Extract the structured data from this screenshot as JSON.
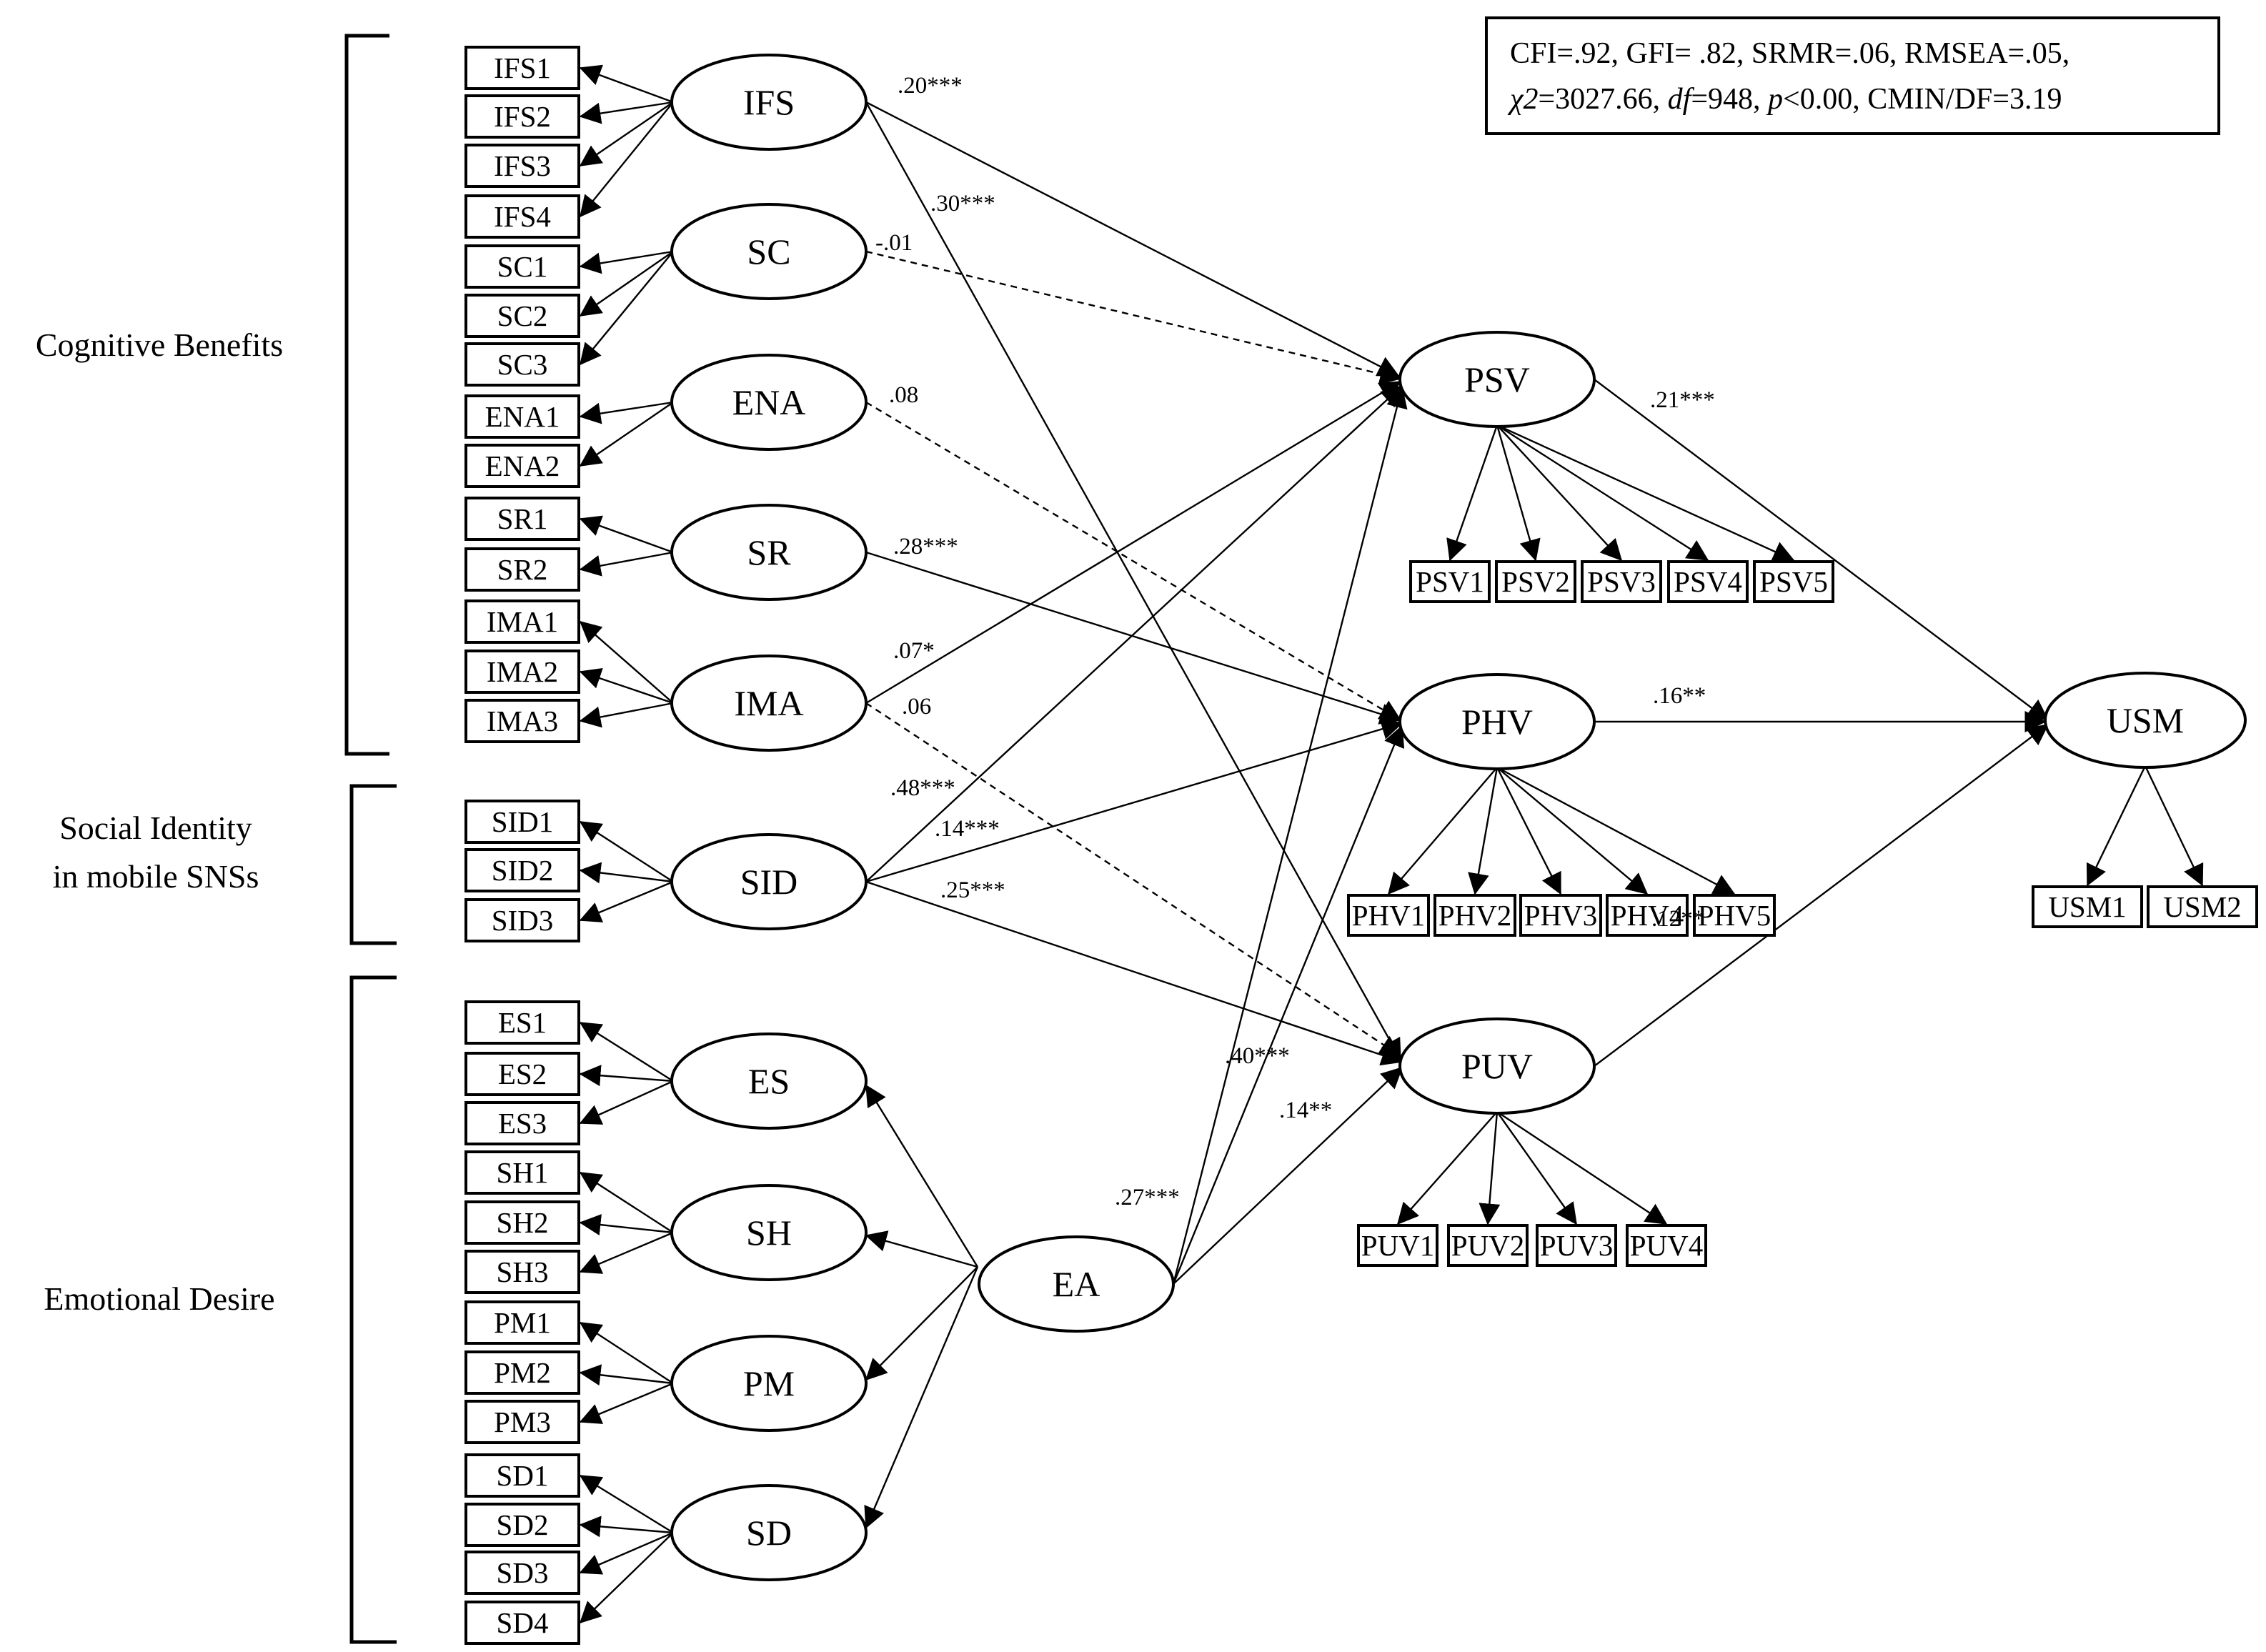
{
  "groups": {
    "cognitive": "Cognitive Benefits",
    "social_line1": "Social Identity",
    "social_line2": "in mobile SNSs",
    "emotional": "Emotional Desire"
  },
  "fit": {
    "line1": "CFI=.92, GFI= .82, SRMR=.06, RMSEA=.05,",
    "chi_symbol": "χ2",
    "chi_value": "=3027.66, ",
    "df_label": "df",
    "df_value": "=948, ",
    "p_label": "p",
    "p_value": "<0.00, CMIN/DF=3.19"
  },
  "latents": [
    {
      "id": "IFS",
      "label": "IFS"
    },
    {
      "id": "SC",
      "label": "SC"
    },
    {
      "id": "ENA",
      "label": "ENA"
    },
    {
      "id": "SR",
      "label": "SR"
    },
    {
      "id": "IMA",
      "label": "IMA"
    },
    {
      "id": "SID",
      "label": "SID"
    },
    {
      "id": "ES",
      "label": "ES"
    },
    {
      "id": "SH",
      "label": "SH"
    },
    {
      "id": "PM",
      "label": "PM"
    },
    {
      "id": "SD",
      "label": "SD"
    },
    {
      "id": "EA",
      "label": "EA"
    },
    {
      "id": "PSV",
      "label": "PSV"
    },
    {
      "id": "PHV",
      "label": "PHV"
    },
    {
      "id": "PUV",
      "label": "PUV"
    },
    {
      "id": "USM",
      "label": "USM"
    }
  ],
  "indicators": [
    {
      "id": "IFS1",
      "label": "IFS1",
      "factor": "IFS"
    },
    {
      "id": "IFS2",
      "label": "IFS2",
      "factor": "IFS"
    },
    {
      "id": "IFS3",
      "label": "IFS3",
      "factor": "IFS"
    },
    {
      "id": "IFS4",
      "label": "IFS4",
      "factor": "IFS"
    },
    {
      "id": "SC1",
      "label": "SC1",
      "factor": "SC"
    },
    {
      "id": "SC2",
      "label": "SC2",
      "factor": "SC"
    },
    {
      "id": "SC3",
      "label": "SC3",
      "factor": "SC"
    },
    {
      "id": "ENA1",
      "label": "ENA1",
      "factor": "ENA"
    },
    {
      "id": "ENA2",
      "label": "ENA2",
      "factor": "ENA"
    },
    {
      "id": "SR1",
      "label": "SR1",
      "factor": "SR"
    },
    {
      "id": "SR2",
      "label": "SR2",
      "factor": "SR"
    },
    {
      "id": "IMA1",
      "label": "IMA1",
      "factor": "IMA"
    },
    {
      "id": "IMA2",
      "label": "IMA2",
      "factor": "IMA"
    },
    {
      "id": "IMA3",
      "label": "IMA3",
      "factor": "IMA"
    },
    {
      "id": "SID1",
      "label": "SID1",
      "factor": "SID"
    },
    {
      "id": "SID2",
      "label": "SID2",
      "factor": "SID"
    },
    {
      "id": "SID3",
      "label": "SID3",
      "factor": "SID"
    },
    {
      "id": "ES1",
      "label": "ES1",
      "factor": "ES"
    },
    {
      "id": "ES2",
      "label": "ES2",
      "factor": "ES"
    },
    {
      "id": "ES3",
      "label": "ES3",
      "factor": "ES"
    },
    {
      "id": "SH1",
      "label": "SH1",
      "factor": "SH"
    },
    {
      "id": "SH2",
      "label": "SH2",
      "factor": "SH"
    },
    {
      "id": "SH3",
      "label": "SH3",
      "factor": "SH"
    },
    {
      "id": "PM1",
      "label": "PM1",
      "factor": "PM"
    },
    {
      "id": "PM2",
      "label": "PM2",
      "factor": "PM"
    },
    {
      "id": "PM3",
      "label": "PM3",
      "factor": "PM"
    },
    {
      "id": "SD1",
      "label": "SD1",
      "factor": "SD"
    },
    {
      "id": "SD2",
      "label": "SD2",
      "factor": "SD"
    },
    {
      "id": "SD3",
      "label": "SD3",
      "factor": "SD"
    },
    {
      "id": "SD4",
      "label": "SD4",
      "factor": "SD"
    },
    {
      "id": "PSV1",
      "label": "PSV1",
      "factor": "PSV"
    },
    {
      "id": "PSV2",
      "label": "PSV2",
      "factor": "PSV"
    },
    {
      "id": "PSV3",
      "label": "PSV3",
      "factor": "PSV"
    },
    {
      "id": "PSV4",
      "label": "PSV4",
      "factor": "PSV"
    },
    {
      "id": "PSV5",
      "label": "PSV5",
      "factor": "PSV"
    },
    {
      "id": "PHV1",
      "label": "PHV1",
      "factor": "PHV"
    },
    {
      "id": "PHV2",
      "label": "PHV2",
      "factor": "PHV"
    },
    {
      "id": "PHV3",
      "label": "PHV3",
      "factor": "PHV"
    },
    {
      "id": "PHV4",
      "label": "PHV4",
      "factor": "PHV"
    },
    {
      "id": "PHV5",
      "label": "PHV5",
      "factor": "PHV"
    },
    {
      "id": "PUV1",
      "label": "PUV1",
      "factor": "PUV"
    },
    {
      "id": "PUV2",
      "label": "PUV2",
      "factor": "PUV"
    },
    {
      "id": "PUV3",
      "label": "PUV3",
      "factor": "PUV"
    },
    {
      "id": "PUV4",
      "label": "PUV4",
      "factor": "PUV"
    },
    {
      "id": "USM1",
      "label": "USM1",
      "factor": "USM"
    },
    {
      "id": "USM2",
      "label": "USM2",
      "factor": "USM"
    }
  ],
  "paths": [
    {
      "from": "IFS",
      "to": "PSV",
      "coef": ".20***",
      "significant": true
    },
    {
      "from": "IFS",
      "to": "PUV",
      "coef": ".30***",
      "significant": true
    },
    {
      "from": "SC",
      "to": "PSV",
      "coef": "-.01",
      "significant": false
    },
    {
      "from": "ENA",
      "to": "PHV",
      "coef": ".08",
      "significant": false
    },
    {
      "from": "SR",
      "to": "PHV",
      "coef": ".28***",
      "significant": true
    },
    {
      "from": "IMA",
      "to": "PSV",
      "coef": ".07*",
      "significant": true
    },
    {
      "from": "IMA",
      "to": "PUV",
      "coef": ".06",
      "significant": false
    },
    {
      "from": "SID",
      "to": "PSV",
      "coef": ".48***",
      "significant": true
    },
    {
      "from": "SID",
      "to": "PHV",
      "coef": ".14***",
      "significant": true
    },
    {
      "from": "SID",
      "to": "PUV",
      "coef": ".25***",
      "significant": true
    },
    {
      "from": "EA",
      "to": "PSV",
      "coef": ".27***",
      "significant": true
    },
    {
      "from": "EA",
      "to": "PHV",
      "coef": ".40***",
      "significant": true
    },
    {
      "from": "EA",
      "to": "PUV",
      "coef": ".14**",
      "significant": true
    },
    {
      "from": "PSV",
      "to": "USM",
      "coef": ".21***",
      "significant": true
    },
    {
      "from": "PHV",
      "to": "USM",
      "coef": ".16**",
      "significant": true
    },
    {
      "from": "PUV",
      "to": "USM",
      "coef": ".12**",
      "significant": true
    },
    {
      "from": "EA",
      "to": "ES",
      "coef": "",
      "significant": true
    },
    {
      "from": "EA",
      "to": "SH",
      "coef": "",
      "significant": true
    },
    {
      "from": "EA",
      "to": "PM",
      "coef": "",
      "significant": true
    },
    {
      "from": "EA",
      "to": "SD",
      "coef": "",
      "significant": true
    }
  ]
}
